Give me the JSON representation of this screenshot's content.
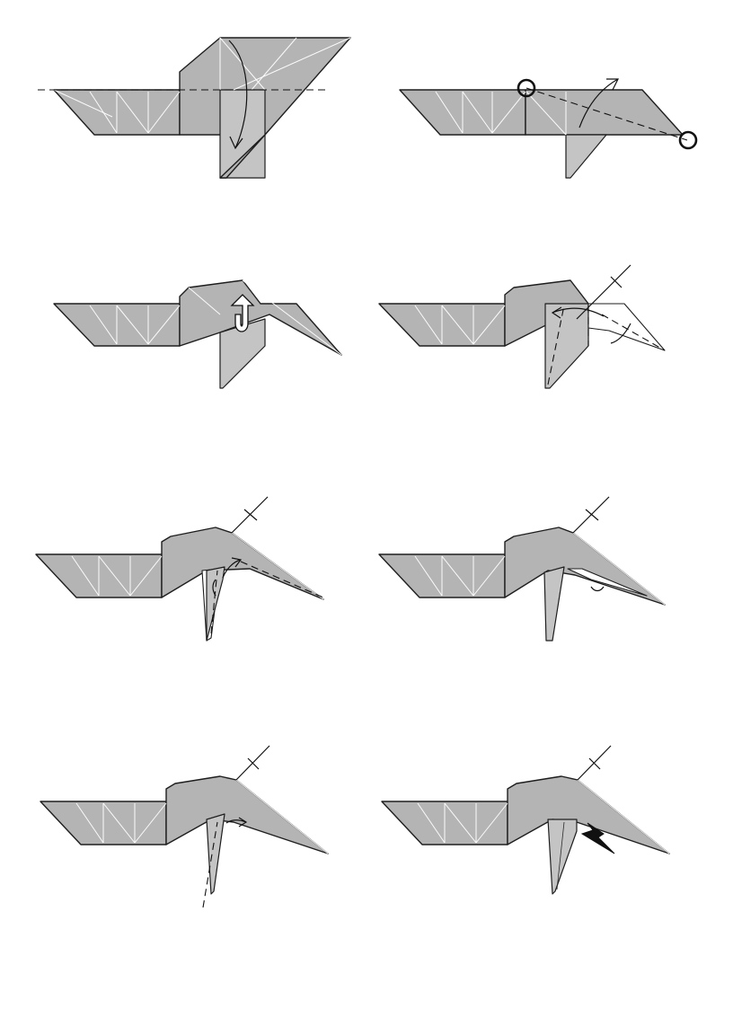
{
  "diagram": {
    "steps": [
      {
        "id": "step-1",
        "annotations": [
          "valley-fold-line",
          "fold-down-arrow"
        ]
      },
      {
        "id": "step-2",
        "annotations": [
          "reference-circle-left",
          "reference-circle-right",
          "valley-fold-diagonal",
          "fold-up-arrow"
        ]
      },
      {
        "id": "step-3",
        "annotations": [
          "turn-over-arrow"
        ]
      },
      {
        "id": "step-4",
        "annotations": [
          "axis-mark",
          "valley-fold-lines",
          "fold-arrow"
        ]
      },
      {
        "id": "step-5",
        "annotations": [
          "axis-mark",
          "valley-fold-lines",
          "fold-arrows"
        ]
      },
      {
        "id": "step-6",
        "annotations": [
          "axis-mark",
          "fold-arrow"
        ]
      },
      {
        "id": "step-7",
        "annotations": [
          "axis-mark",
          "valley-fold-line",
          "fold-arrow"
        ]
      },
      {
        "id": "step-8",
        "annotations": [
          "axis-mark",
          "push-arrow"
        ]
      }
    ],
    "colors": {
      "paper": "#b4b4b4",
      "line": "#1e1e1e"
    }
  }
}
